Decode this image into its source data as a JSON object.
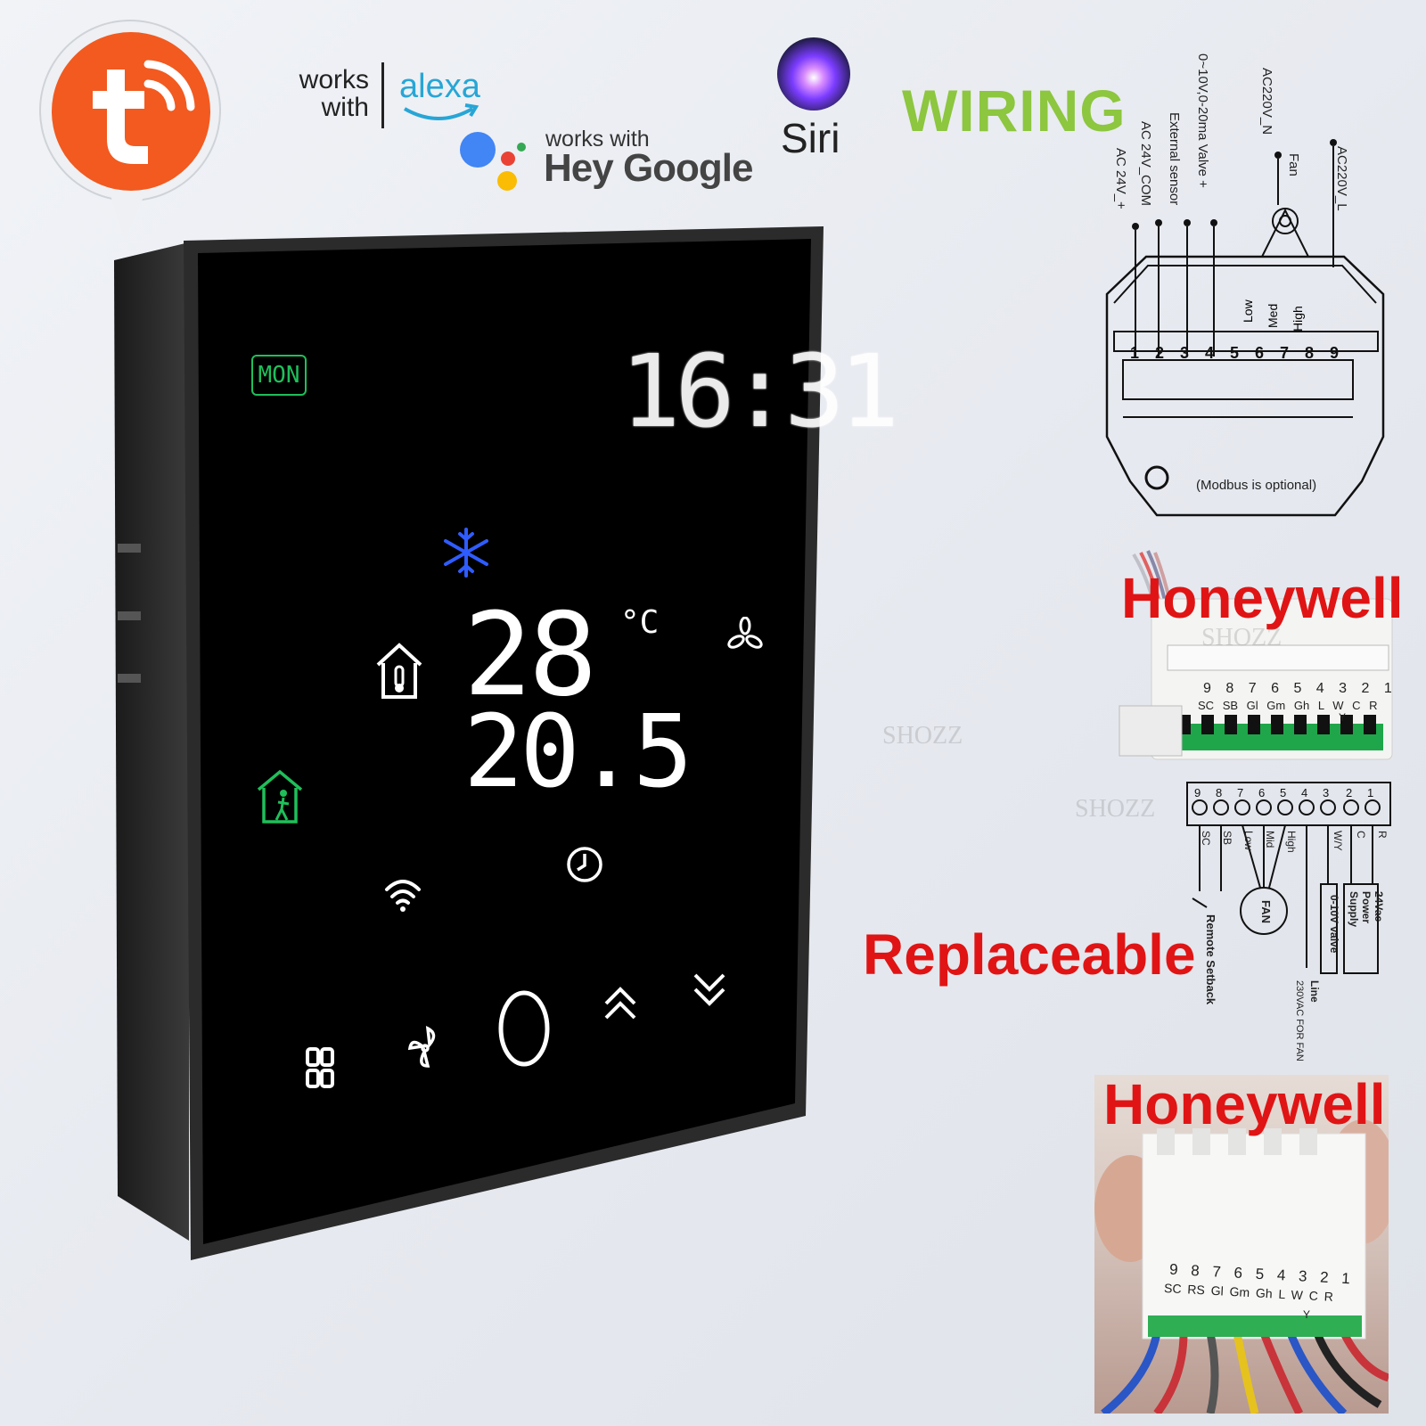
{
  "logos": {
    "tuya": {
      "icon": "tuya-logo-icon",
      "color": "#f25a20"
    },
    "alexa": {
      "works_with": "works\nwith",
      "brand": "alexa",
      "color": "#27a6d6"
    },
    "google": {
      "works_with": "works with",
      "brand": "Hey Google"
    },
    "siri": {
      "brand": "Siri"
    }
  },
  "wiring_title": "WIRING",
  "thermostat": {
    "day": "MON",
    "clock": "16:31",
    "mode_icon": "snowflake-icon",
    "temperature": "28",
    "temperature_unit": "°C",
    "set_temperature": "20.5",
    "icons": [
      "home-thermometer-icon",
      "home-person-icon",
      "fan-small-icon",
      "wifi-icon",
      "clock-icon",
      "menu-grid-icon",
      "fan-icon",
      "power-icon",
      "chevron-up-icon",
      "chevron-down-icon"
    ],
    "colors": {
      "active_green": "#1fbf5a",
      "snow_blue": "#2f5cff",
      "display": "#ffffff",
      "glass": "#000000"
    }
  },
  "wiring_diagram": {
    "top_wires": [
      "AC 24V_+",
      "AC 24V_COM",
      "External sensor",
      "0~10V,0-20ma Valve +",
      "AC220V_N",
      "Fan",
      "AC220V_L"
    ],
    "fan_speeds": [
      "Low",
      "Med",
      "High"
    ],
    "terminals": [
      "1",
      "2",
      "3",
      "4",
      "5",
      "6",
      "7",
      "8",
      "9"
    ],
    "note": "(Modbus is optional)"
  },
  "honeywell_1": {
    "label": "Honeywell",
    "numbers": [
      "9",
      "8",
      "7",
      "6",
      "5",
      "4",
      "3",
      "2",
      "1"
    ],
    "codes": [
      "SC",
      "SB",
      "Gl",
      "Gm",
      "Gh",
      "L",
      "W",
      "C",
      "R"
    ],
    "sub": "Y"
  },
  "honeywell_schematic": {
    "terminals": [
      "9",
      "8",
      "7",
      "6",
      "5",
      "4",
      "3",
      "2",
      "1"
    ],
    "labels": [
      "SC",
      "SB",
      "Low",
      "Mid",
      "High",
      "",
      "W/Y",
      "C",
      "R"
    ],
    "remote": "Remote Setback",
    "fan": "FAN",
    "valve": "0-10V valve",
    "supply": "24Vac Power Supply",
    "line": "Line",
    "line_note": "230VAC FOR FAN"
  },
  "replaceable": "Replaceable",
  "honeywell_2": {
    "label": "Honeywell",
    "numbers": "9 8 7 6 5 4 3 2 1",
    "codes": "SC RS Gl Gm Gh L W C R",
    "sub": "Y"
  },
  "watermark": "SHOZZ"
}
